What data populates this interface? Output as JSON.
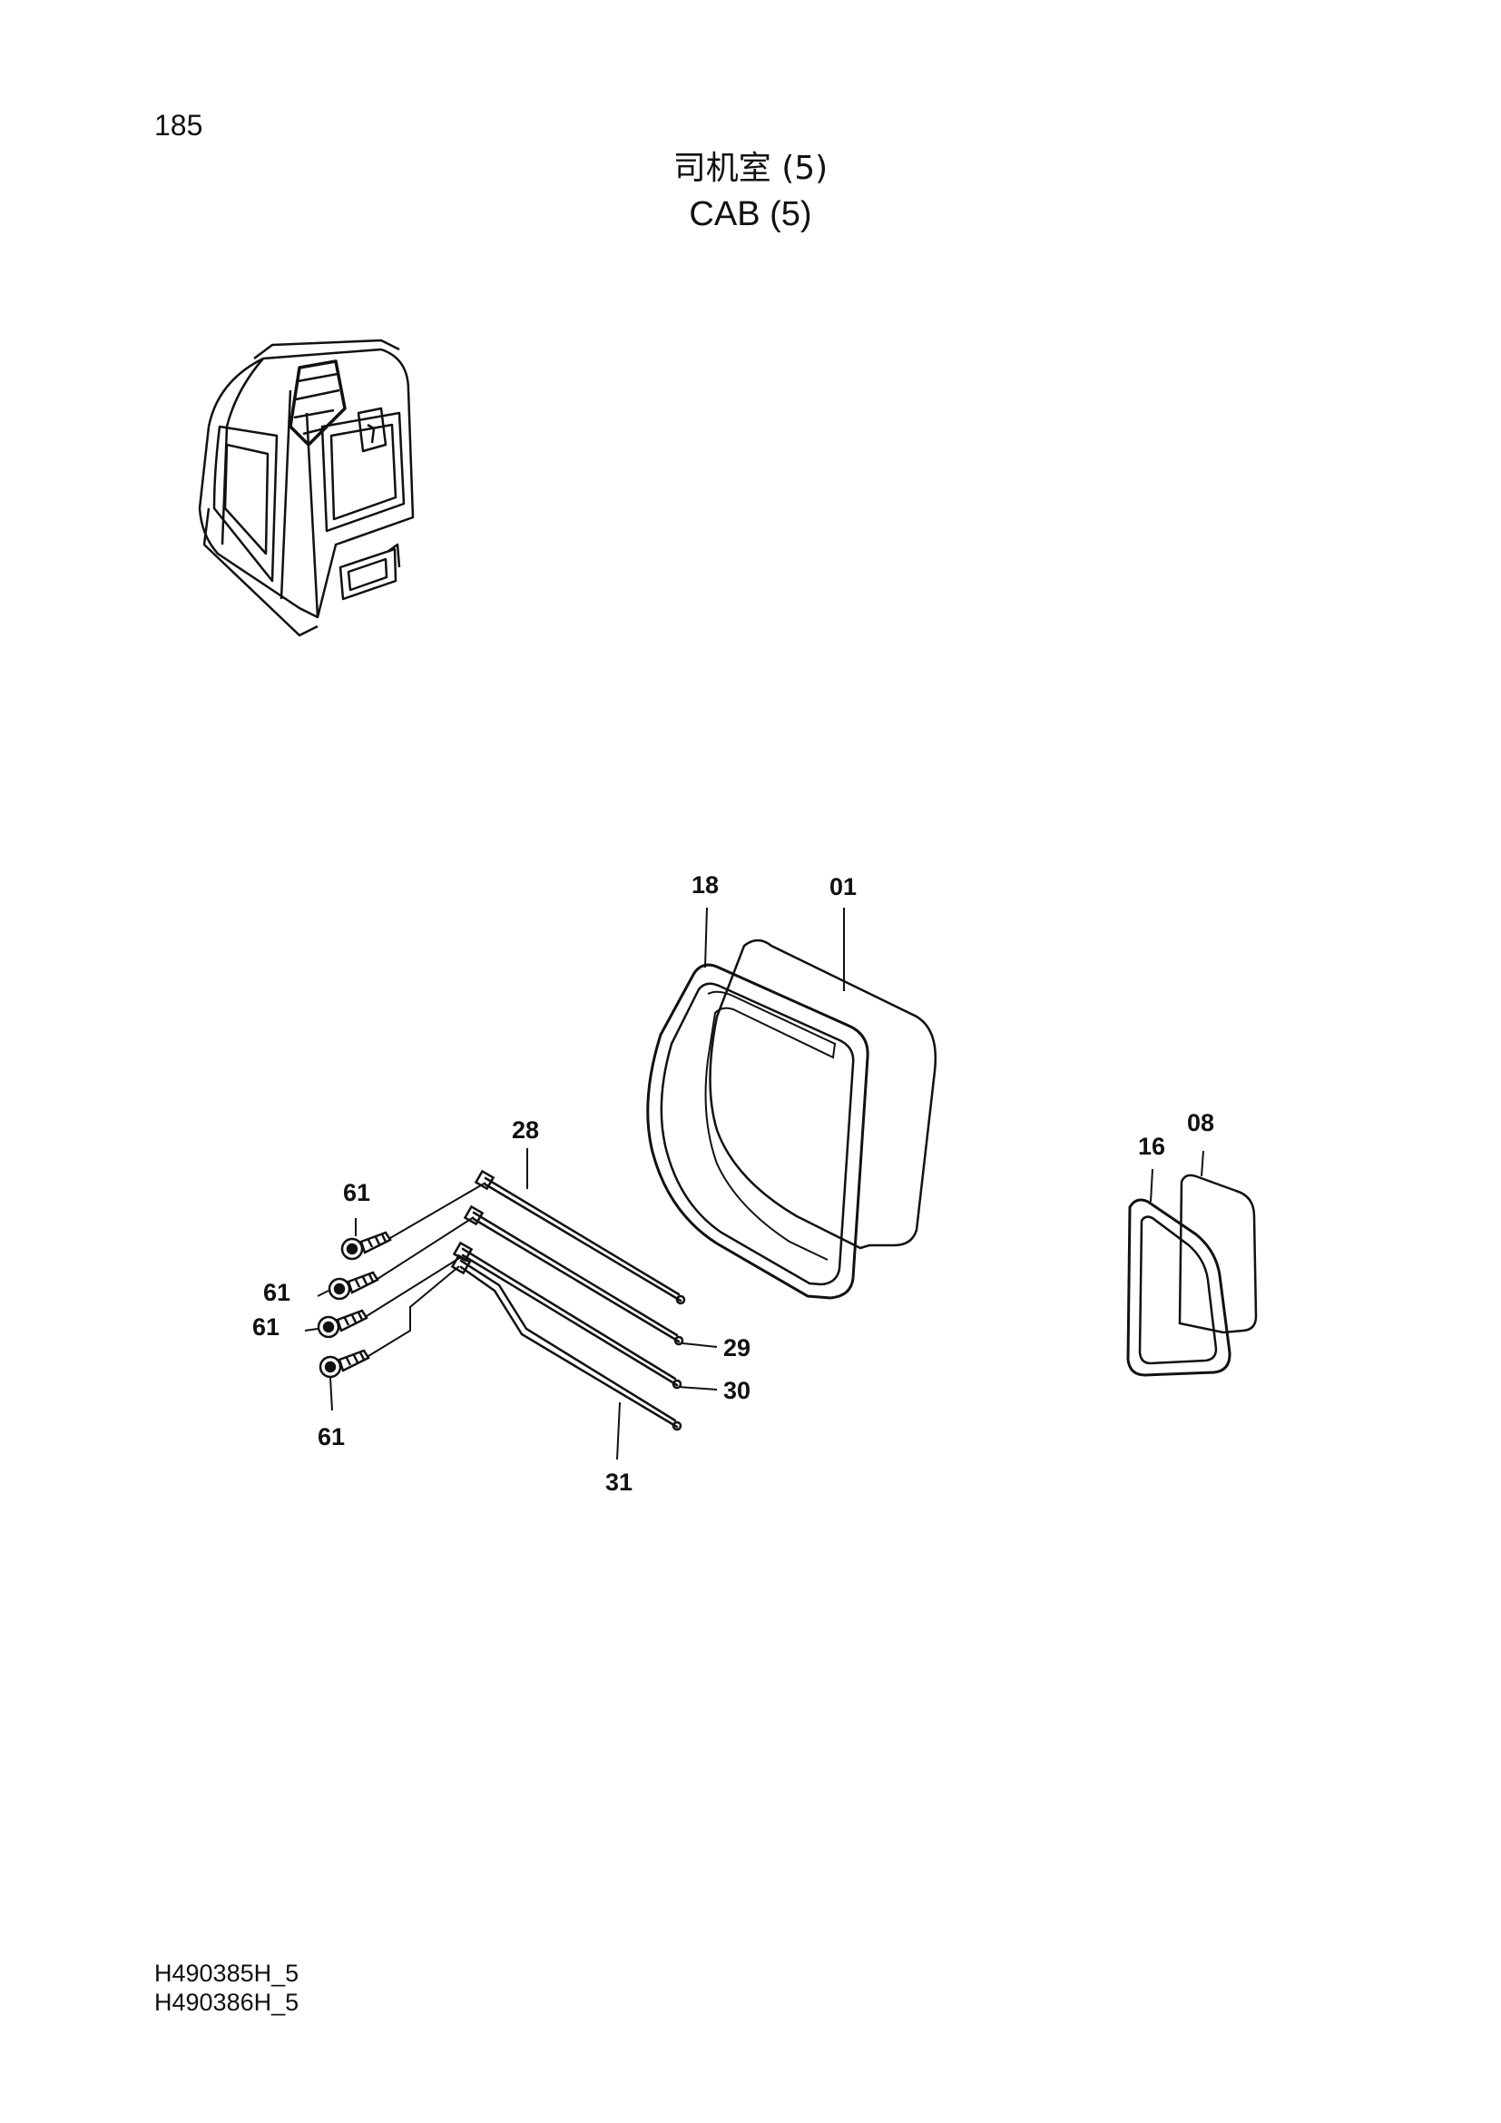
{
  "page_number": "185",
  "title": {
    "chinese": "司机室 (5)",
    "english": "CAB (5)"
  },
  "callouts": {
    "c18": "18",
    "c01": "01",
    "c28": "28",
    "c61a": "61",
    "c61b": "61",
    "c61c": "61",
    "c61d": "61",
    "c29": "29",
    "c30": "30",
    "c31": "31",
    "c16": "16",
    "c08": "08"
  },
  "part_codes": [
    "H490385H_5",
    "H490386H_5"
  ],
  "colors": {
    "ink": "#111111",
    "background": "#ffffff"
  }
}
